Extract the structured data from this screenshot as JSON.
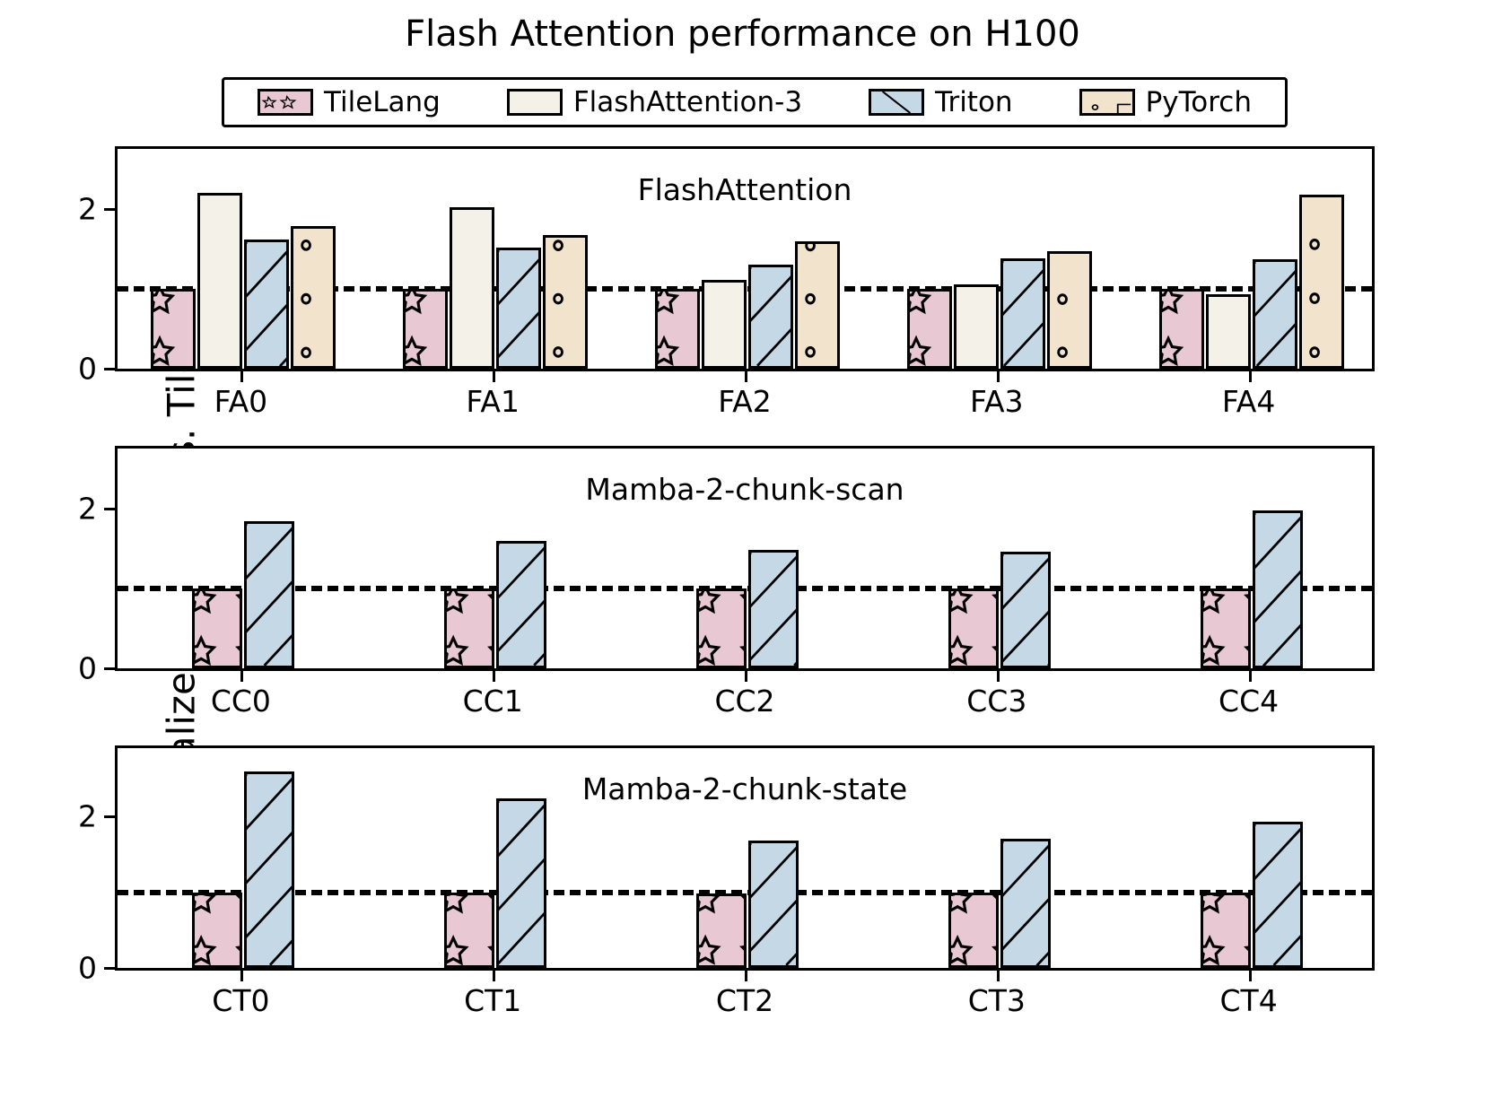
{
  "title": "Flash Attention performance on H100",
  "ylabel": "Normalized latency Vs. TileLang",
  "legend": {
    "position": "upper-center-outside",
    "entries": [
      {
        "label": "TileLang",
        "color": "#e8c8d2",
        "hatch": "stars"
      },
      {
        "label": "FlashAttention-3",
        "color": "#f4f1e8",
        "hatch": "none"
      },
      {
        "label": "Triton",
        "color": "#c5d8e6",
        "hatch": "diagonal"
      },
      {
        "label": "PyTorch",
        "color": "#f2e3cd",
        "hatch": "dots"
      }
    ]
  },
  "baseline": {
    "value": 1.0,
    "style": "dashed",
    "color": "#000000"
  },
  "chart_data": [
    {
      "type": "bar",
      "title": "FlashAttention",
      "xlabel": "",
      "ylabel": "Normalized latency Vs. TileLang",
      "categories": [
        "FA0",
        "FA1",
        "FA2",
        "FA3",
        "FA4"
      ],
      "yticks": [
        0,
        2
      ],
      "ylim": [
        0,
        2.75
      ],
      "grid": false,
      "series": [
        {
          "name": "TileLang",
          "values": [
            1.0,
            1.0,
            1.0,
            1.0,
            1.0
          ]
        },
        {
          "name": "FlashAttention-3",
          "values": [
            2.2,
            2.02,
            1.11,
            1.06,
            0.93
          ]
        },
        {
          "name": "Triton",
          "values": [
            1.62,
            1.51,
            1.3,
            1.38,
            1.37
          ]
        },
        {
          "name": "PyTorch",
          "values": [
            1.79,
            1.67,
            1.59,
            1.47,
            2.18
          ]
        }
      ]
    },
    {
      "type": "bar",
      "title": "Mamba-2-chunk-scan",
      "xlabel": "",
      "ylabel": "Normalized latency Vs. TileLang",
      "categories": [
        "CC0",
        "CC1",
        "CC2",
        "CC3",
        "CC4"
      ],
      "yticks": [
        0,
        2
      ],
      "ylim": [
        0,
        2.75
      ],
      "grid": false,
      "series": [
        {
          "name": "TileLang",
          "values": [
            1.0,
            1.0,
            1.0,
            1.0,
            1.0
          ]
        },
        {
          "name": "Triton",
          "values": [
            1.84,
            1.59,
            1.48,
            1.46,
            1.98
          ]
        }
      ]
    },
    {
      "type": "bar",
      "title": "Mamba-2-chunk-state",
      "xlabel": "",
      "ylabel": "Normalized latency Vs. TileLang",
      "categories": [
        "CT0",
        "CT1",
        "CT2",
        "CT3",
        "CT4"
      ],
      "yticks": [
        0,
        2
      ],
      "ylim": [
        0,
        2.9
      ],
      "grid": false,
      "series": [
        {
          "name": "TileLang",
          "values": [
            1.0,
            1.0,
            0.98,
            1.0,
            1.0
          ]
        },
        {
          "name": "Triton",
          "values": [
            2.59,
            2.24,
            1.68,
            1.71,
            1.93
          ]
        }
      ]
    }
  ]
}
